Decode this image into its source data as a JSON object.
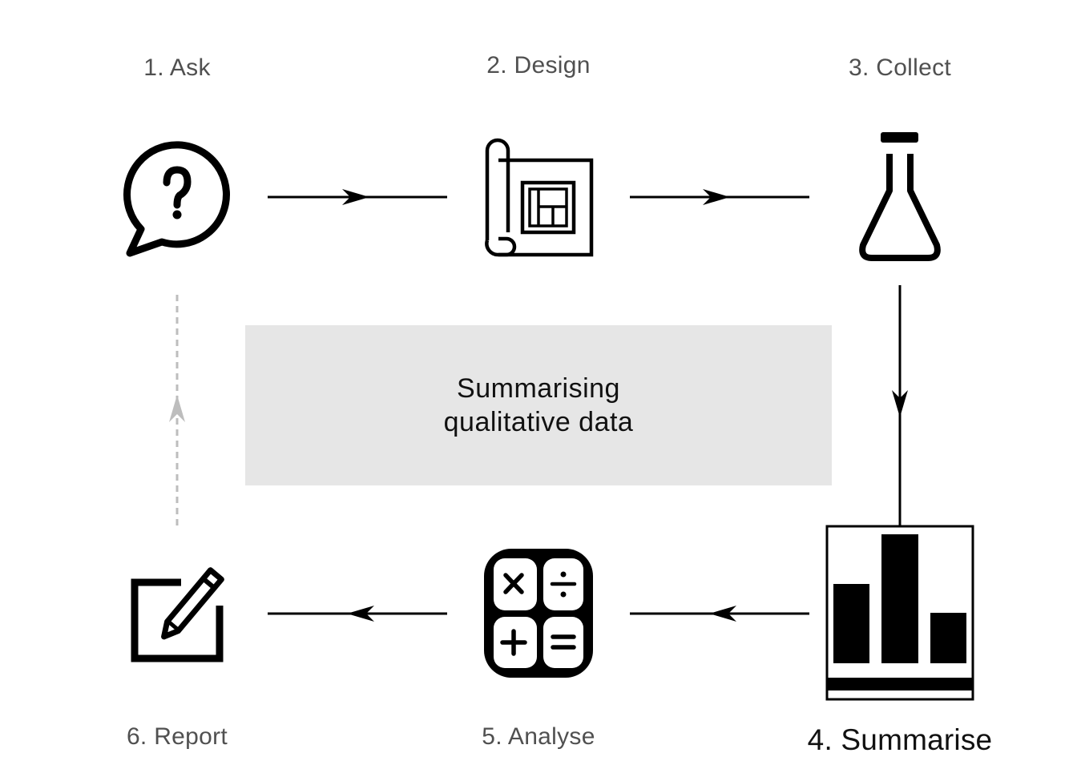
{
  "title": {
    "line1": "Summarising",
    "line2": "qualitative data"
  },
  "steps": [
    {
      "label": "1. Ask",
      "icon": "speech-bubble-question-icon",
      "active": false
    },
    {
      "label": "2. Design",
      "icon": "blueprint-icon",
      "active": false
    },
    {
      "label": "3. Collect",
      "icon": "flask-icon",
      "active": false
    },
    {
      "label": "4. Summarise",
      "icon": "bar-chart-icon",
      "active": true
    },
    {
      "label": "5. Analyse",
      "icon": "calculator-icon",
      "active": false
    },
    {
      "label": "6. Report",
      "icon": "edit-pen-icon",
      "active": false
    }
  ],
  "colors": {
    "stroke": "#000000",
    "inactive_connector": "#bdbdbd",
    "center_box_fill": "#e6e6e6",
    "active_label": "#111111",
    "inactive_label": "#505050"
  }
}
